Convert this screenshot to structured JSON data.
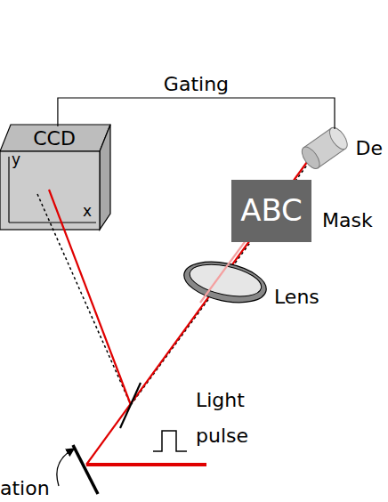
{
  "diagram": {
    "nodes": [
      {
        "text": [
          "CCD"
        ]
      },
      {
        "text": [
          "De"
        ]
      },
      {
        "text": [
          "ABC"
        ]
      }
    ],
    "edges": [
      {
        "from": 0,
        "to": 1,
        "label": "Gating",
        "arrow": "none"
      }
    ],
    "labels": [
      "y",
      "x",
      "Mask",
      "Lens",
      "Light",
      "pulse",
      "ation"
    ]
  }
}
